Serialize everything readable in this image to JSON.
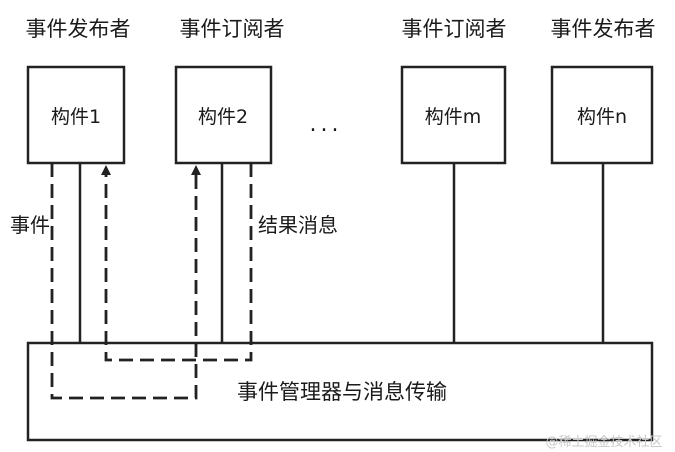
{
  "roles": {
    "publisher_1": "事件发布者",
    "subscriber_2": "事件订阅者",
    "subscriber_m": "事件订阅者",
    "publisher_n": "事件发布者"
  },
  "components": {
    "c1": "构件1",
    "c2": "构件2",
    "cm": "构件m",
    "cn": "构件n"
  },
  "ellipsis": "...",
  "side_labels": {
    "event": "事件",
    "result_message": "结果消息"
  },
  "bus": {
    "label": "事件管理器与消息传输"
  },
  "watermark": "@稀土掘金技术社区"
}
